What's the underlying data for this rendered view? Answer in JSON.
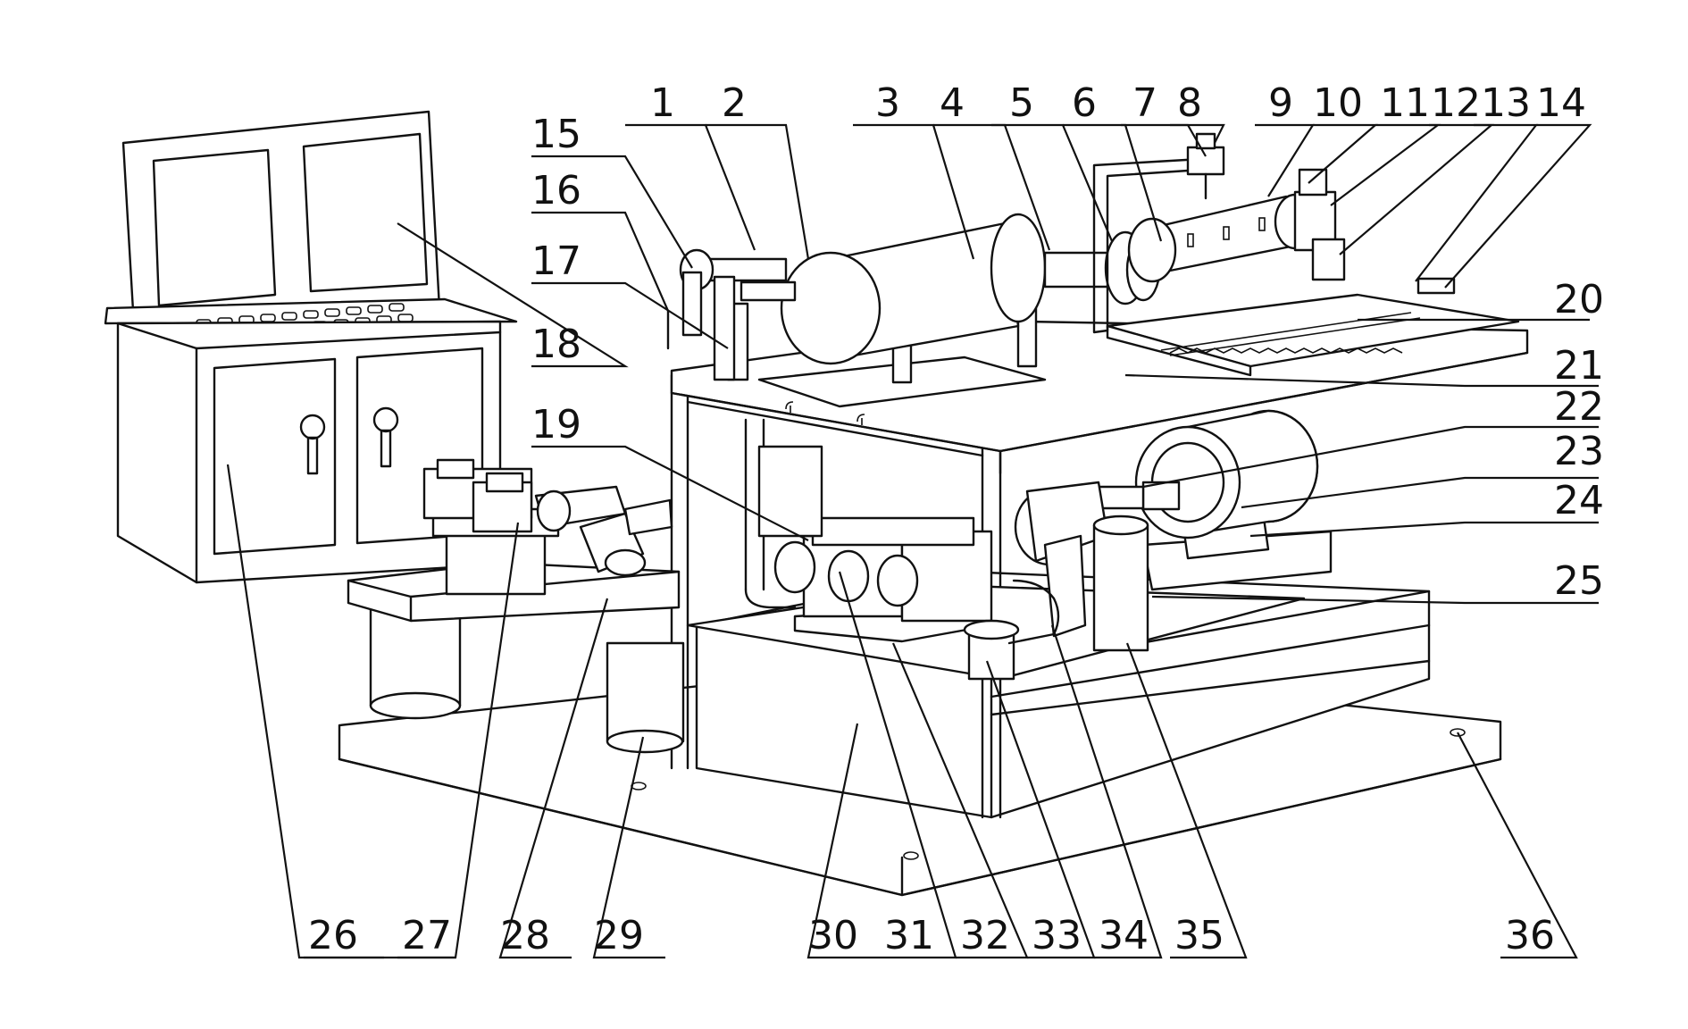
{
  "diagram": {
    "labels": [
      {
        "id": "1",
        "text": "1"
      },
      {
        "id": "2",
        "text": "2"
      },
      {
        "id": "3",
        "text": "3"
      },
      {
        "id": "4",
        "text": "4"
      },
      {
        "id": "5",
        "text": "5"
      },
      {
        "id": "6",
        "text": "6"
      },
      {
        "id": "7",
        "text": "7"
      },
      {
        "id": "8",
        "text": "8"
      },
      {
        "id": "9",
        "text": "9"
      },
      {
        "id": "10",
        "text": "10"
      },
      {
        "id": "11",
        "text": "11"
      },
      {
        "id": "12",
        "text": "12"
      },
      {
        "id": "13",
        "text": "13"
      },
      {
        "id": "14",
        "text": "14"
      },
      {
        "id": "15",
        "text": "15"
      },
      {
        "id": "16",
        "text": "16"
      },
      {
        "id": "17",
        "text": "17"
      },
      {
        "id": "18",
        "text": "18"
      },
      {
        "id": "19",
        "text": "19"
      },
      {
        "id": "20",
        "text": "20"
      },
      {
        "id": "21",
        "text": "21"
      },
      {
        "id": "22",
        "text": "22"
      },
      {
        "id": "23",
        "text": "23"
      },
      {
        "id": "24",
        "text": "24"
      },
      {
        "id": "25",
        "text": "25"
      },
      {
        "id": "26",
        "text": "26"
      },
      {
        "id": "27",
        "text": "27"
      },
      {
        "id": "28",
        "text": "28"
      },
      {
        "id": "29",
        "text": "29"
      },
      {
        "id": "30",
        "text": "30"
      },
      {
        "id": "31",
        "text": "31"
      },
      {
        "id": "32",
        "text": "32"
      },
      {
        "id": "33",
        "text": "33"
      },
      {
        "id": "34",
        "text": "34"
      },
      {
        "id": "35",
        "text": "35"
      },
      {
        "id": "36",
        "text": "36"
      }
    ]
  }
}
